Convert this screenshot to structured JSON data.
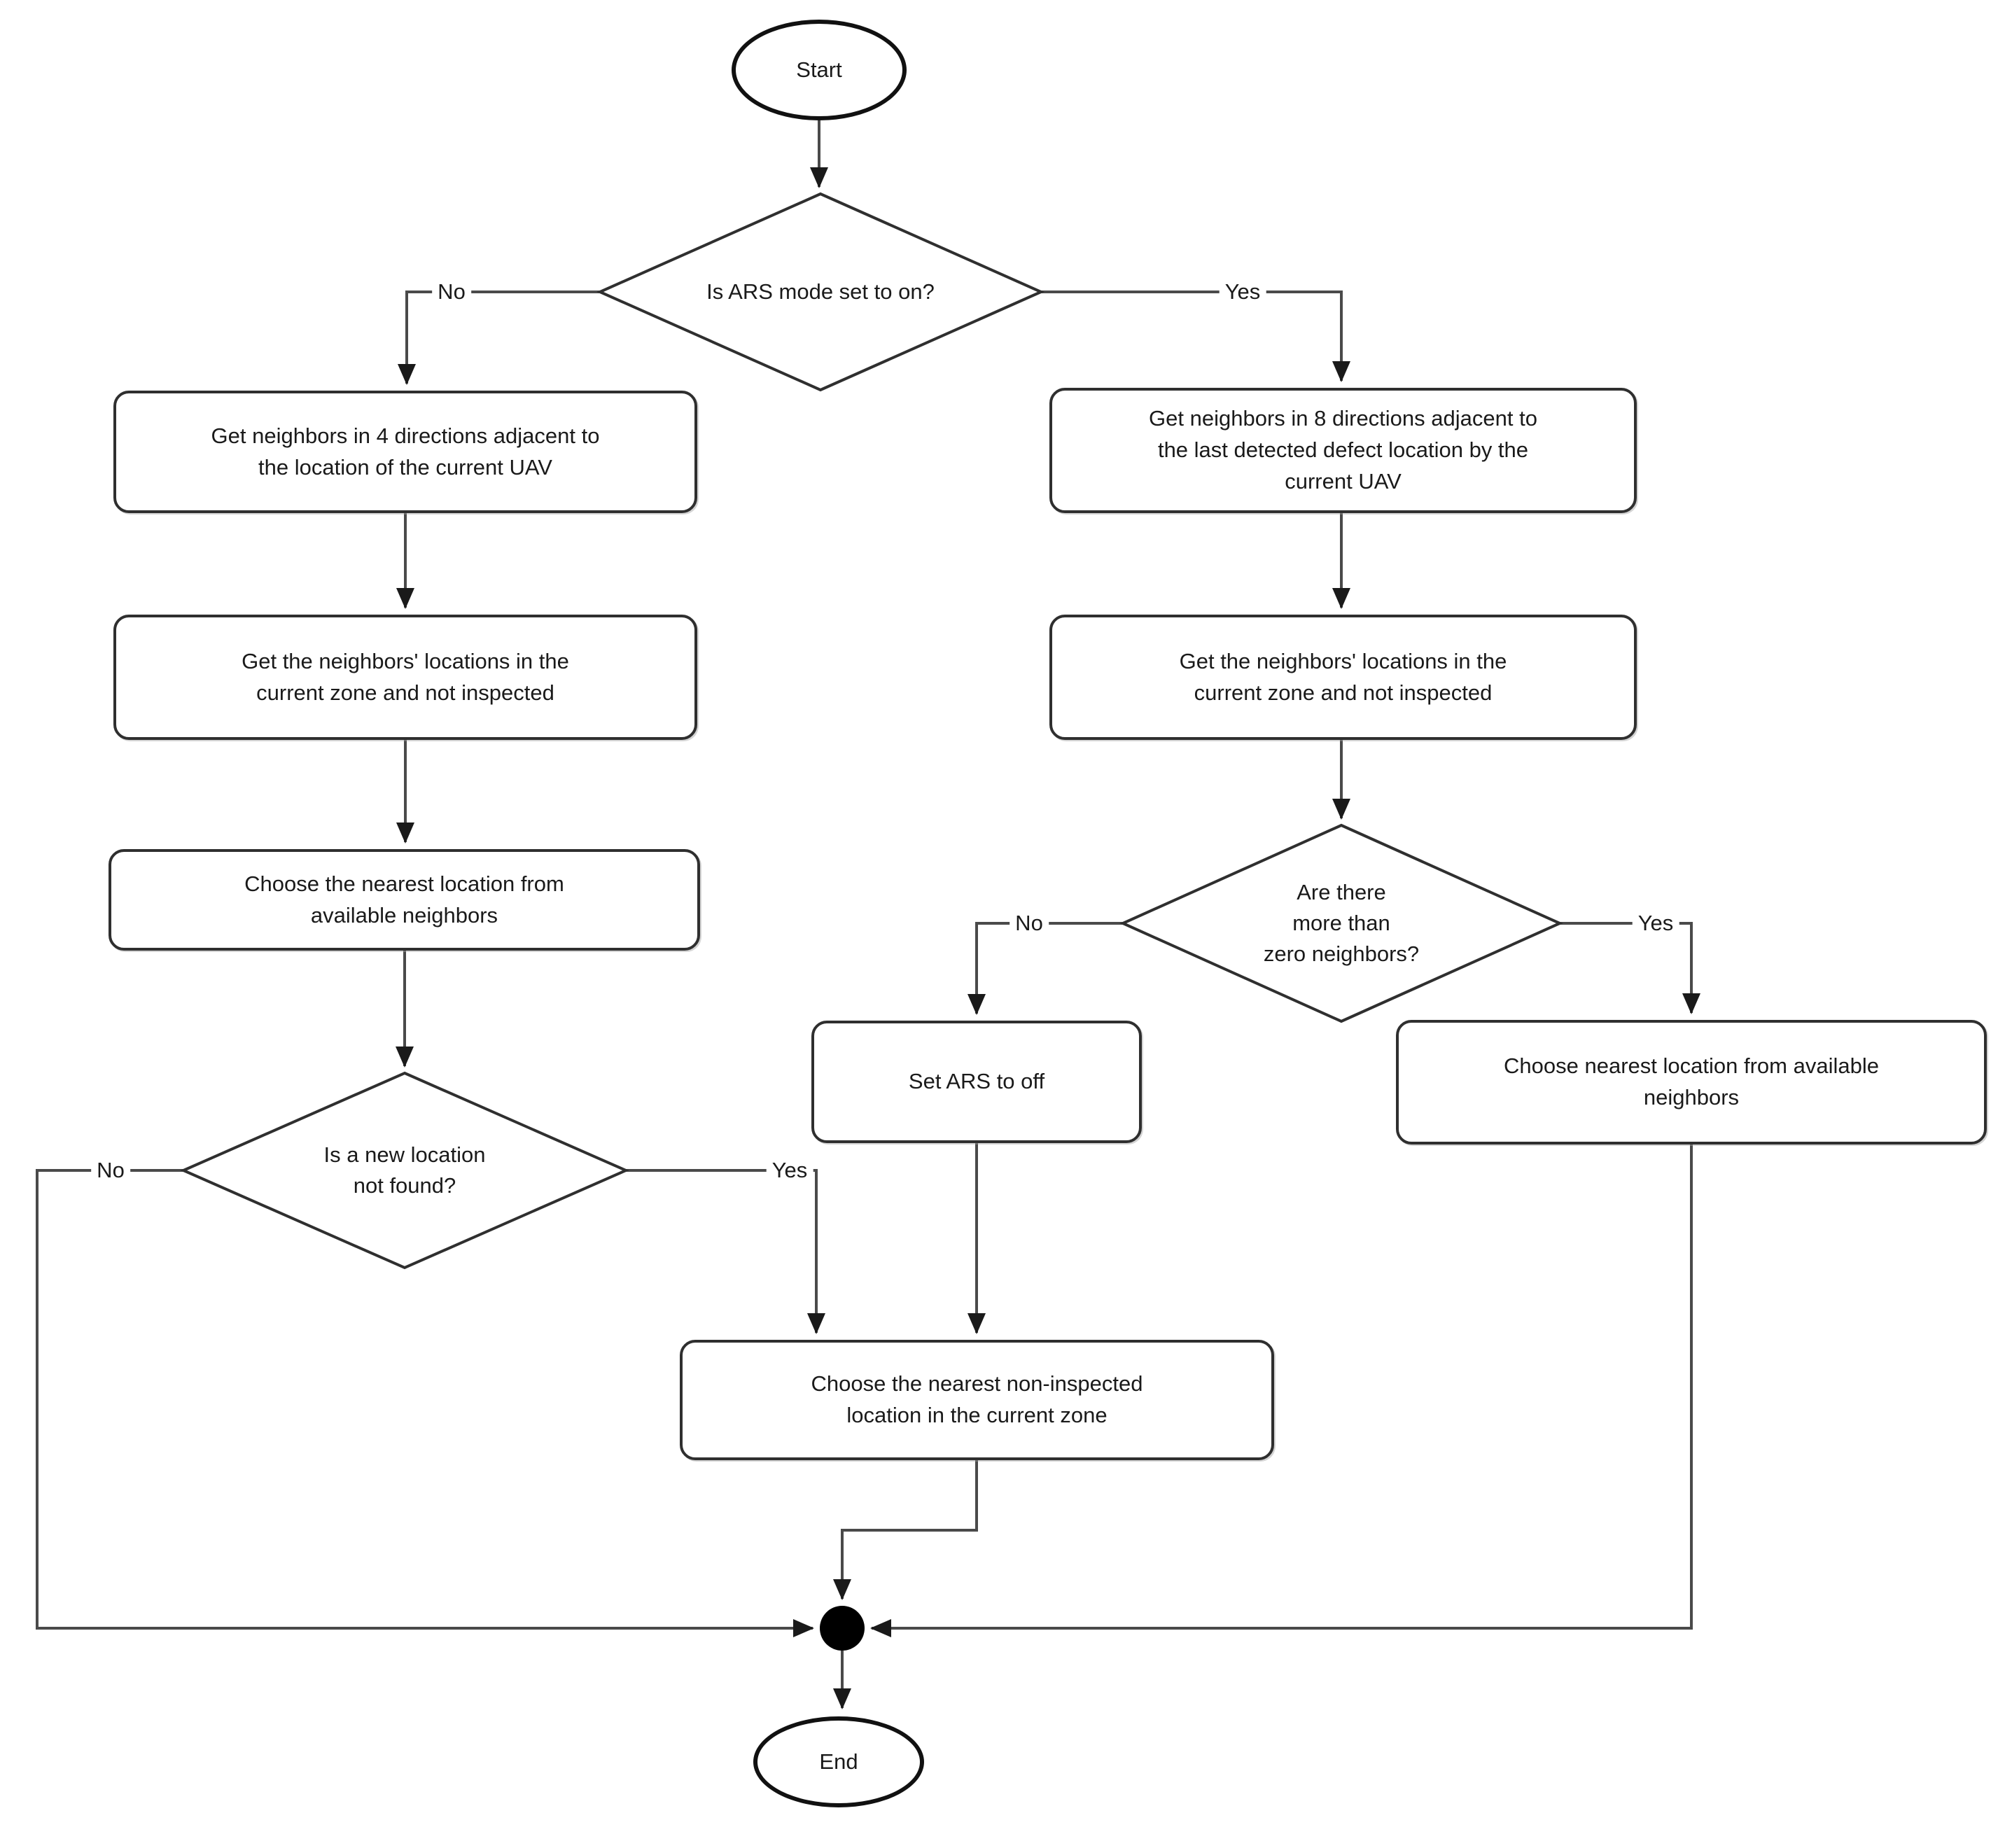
{
  "diagram_type": "flowchart",
  "colors": {
    "background": "#ffffff",
    "connector": "#4a4a4a",
    "node_border": "#2f2f2f",
    "terminator_border": "#111111",
    "text": "#1a1a1a",
    "merge_dot": "#000000"
  },
  "nodes": {
    "start": {
      "shape": "terminator",
      "label": "Start"
    },
    "decision_ars": {
      "shape": "decision",
      "label": "Is ARS mode set to on?"
    },
    "get_neighbors_4": {
      "shape": "process",
      "label": "Get neighbors in 4 directions adjacent to\nthe location of the current UAV"
    },
    "get_neighbors_8": {
      "shape": "process",
      "label": "Get neighbors in 8 directions adjacent to\nthe last detected defect location by the\ncurrent UAV"
    },
    "get_locations_left": {
      "shape": "process",
      "label": "Get the neighbors' locations in the\ncurrent zone and not inspected"
    },
    "get_locations_right": {
      "shape": "process",
      "label": "Get the neighbors' locations in the\ncurrent zone and not inspected"
    },
    "choose_nearest_left": {
      "shape": "process",
      "label": "Choose the nearest location from\navailable neighbors"
    },
    "decision_zero_neighbors": {
      "shape": "decision",
      "label": "Are there\nmore than\nzero neighbors?"
    },
    "decision_new_location": {
      "shape": "decision",
      "label": "Is a new location\nnot found?"
    },
    "set_ars_off": {
      "shape": "process",
      "label": "Set ARS to off"
    },
    "choose_nearest_right": {
      "shape": "process",
      "label": "Choose nearest location from available\nneighbors"
    },
    "choose_non_inspected": {
      "shape": "process",
      "label": "Choose the nearest non-inspected\nlocation in the current zone"
    },
    "end": {
      "shape": "terminator",
      "label": "End"
    }
  },
  "edge_labels": {
    "ars_no": "No",
    "ars_yes": "Yes",
    "zero_no": "No",
    "zero_yes": "Yes",
    "newloc_no": "No",
    "newloc_yes": "Yes"
  }
}
